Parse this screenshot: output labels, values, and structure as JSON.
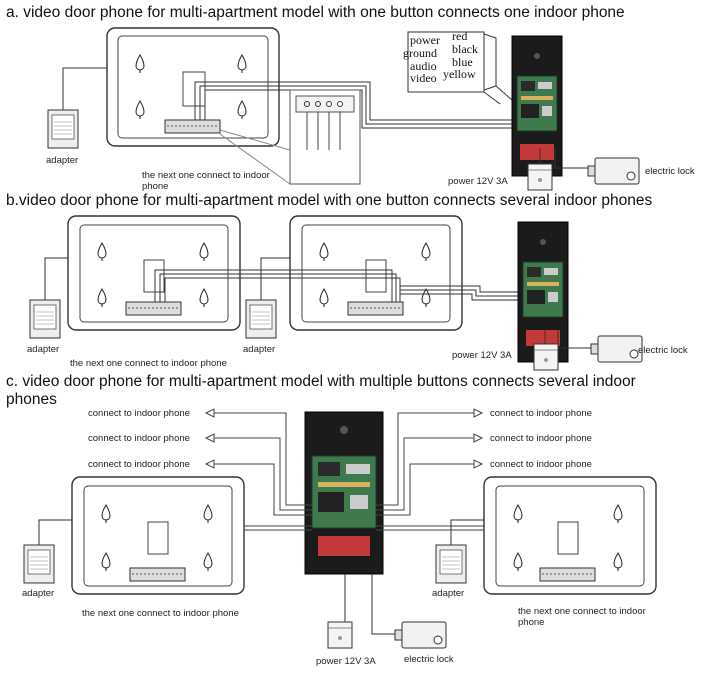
{
  "section_a": {
    "title": "a. video door phone for multi-apartment model with one button connects one indoor phone",
    "wire_legend": [
      {
        "signal": "power",
        "color": "red"
      },
      {
        "signal": "ground",
        "color": "black"
      },
      {
        "signal": "audio",
        "color": "blue"
      },
      {
        "signal": "video",
        "color": "yellow"
      }
    ],
    "adapter_label": "adapter",
    "next_connect_label": "the next one connect to indoor phone",
    "power_label": "power 12V 3A",
    "lock_label": "electric lock"
  },
  "section_b": {
    "title": "b.video door phone for multi-apartment model with one button connects several indoor phones",
    "adapter_label_1": "adapter",
    "adapter_label_2": "adapter",
    "next_connect_label": "the next one connect to indoor phone",
    "power_label": "power 12V 3A",
    "lock_label": "electric lock"
  },
  "section_c": {
    "title": "c. video door phone for multi-apartment model with multiple buttons connects several indoor phones",
    "connect_left": [
      "connect to indoor phone",
      "connect to indoor phone",
      "connect to indoor phone"
    ],
    "connect_right": [
      "connect to indoor phone",
      "connect to indoor phone",
      "connect to indoor phone"
    ],
    "adapter_label_1": "adapter",
    "adapter_label_2": "adapter",
    "next_connect_label_1": "the next one connect to indoor phone",
    "next_connect_label_2": "the next one connect to indoor phone",
    "power_label": "power 12V 3A",
    "lock_label": "electric lock"
  }
}
